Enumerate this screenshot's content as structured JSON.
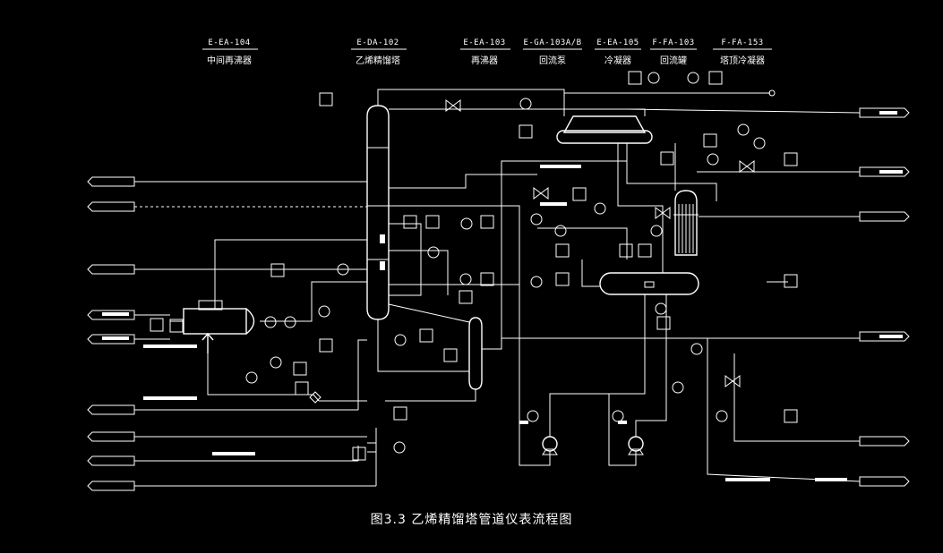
{
  "equipment_headers": [
    {
      "code": "E-EA-104",
      "name": "中间再沸器"
    },
    {
      "code": "E-DA-102",
      "name": "乙烯精馏塔"
    },
    {
      "code": "E-EA-103",
      "name": "再沸器"
    },
    {
      "code": "E-GA-103A/B",
      "name": "回流泵"
    },
    {
      "code": "E-EA-105",
      "name": "冷凝器"
    },
    {
      "code": "F-FA-103",
      "name": "回流罐"
    },
    {
      "code": "F-FA-153",
      "name": "塔顶冷凝器"
    }
  ],
  "caption": "图3.3   乙烯精馏塔管道仪表流程图"
}
